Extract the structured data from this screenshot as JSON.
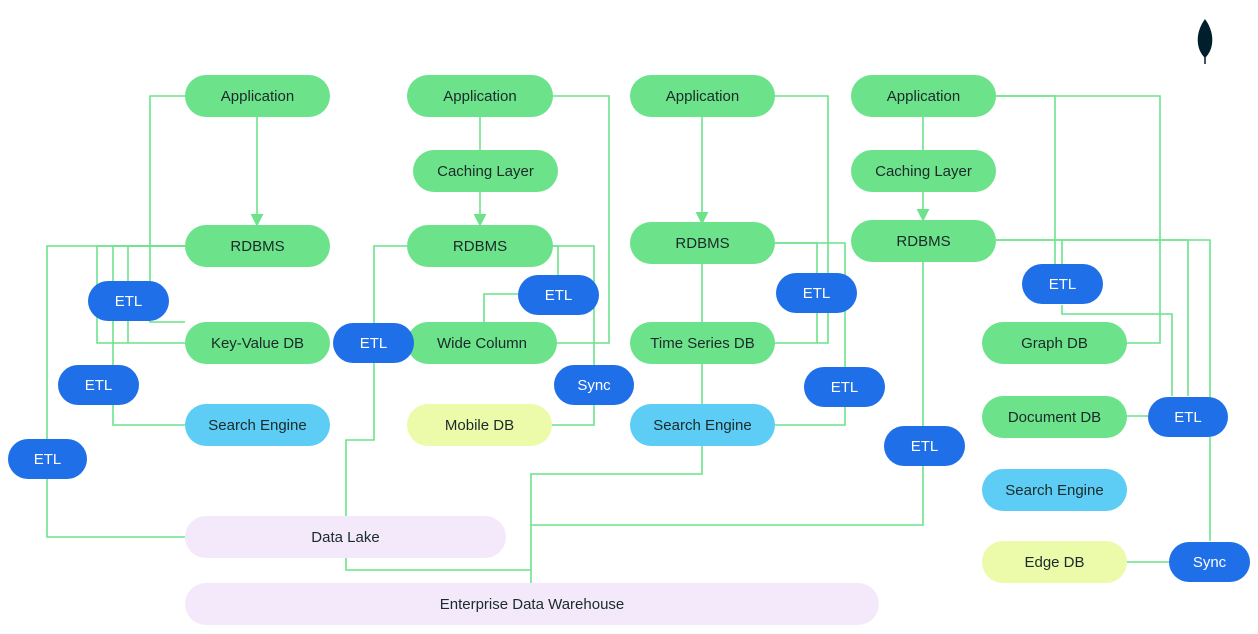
{
  "colors": {
    "line": "#6ce38a",
    "app_node": "#6ce38a",
    "etl_node": "#1f6fe8",
    "search_node": "#5dcdf5",
    "edge_node": "#ecfbaa",
    "warehouse_node": "#f3e9fb",
    "logo": "#001e2b"
  },
  "logo": {
    "icon": "leaf-icon"
  },
  "columns": [
    {
      "application": "Application",
      "rdbms": "RDBMS",
      "etl_a": "ETL",
      "etl_b": "ETL",
      "etl_c": "ETL",
      "key_value_db": "Key-Value DB",
      "search_engine": "Search Engine"
    },
    {
      "application": "Application",
      "caching_layer": "Caching Layer",
      "rdbms": "RDBMS",
      "etl_a": "ETL",
      "etl_b": "ETL",
      "wide_column": "Wide Column",
      "sync": "Sync",
      "mobile_db": "Mobile DB"
    },
    {
      "application": "Application",
      "rdbms": "RDBMS",
      "etl_a": "ETL",
      "etl_b": "ETL",
      "time_series_db": "Time Series DB",
      "search_engine": "Search Engine"
    },
    {
      "application": "Application",
      "caching_layer": "Caching Layer",
      "rdbms": "RDBMS",
      "etl_a": "ETL",
      "etl_b": "ETL",
      "etl_c": "ETL",
      "graph_db": "Graph DB",
      "document_db": "Document DB",
      "search_engine": "Search Engine",
      "edge_db": "Edge DB",
      "sync": "Sync"
    }
  ],
  "data_lake": "Data Lake",
  "enterprise_data_warehouse": "Enterprise Data Warehouse"
}
